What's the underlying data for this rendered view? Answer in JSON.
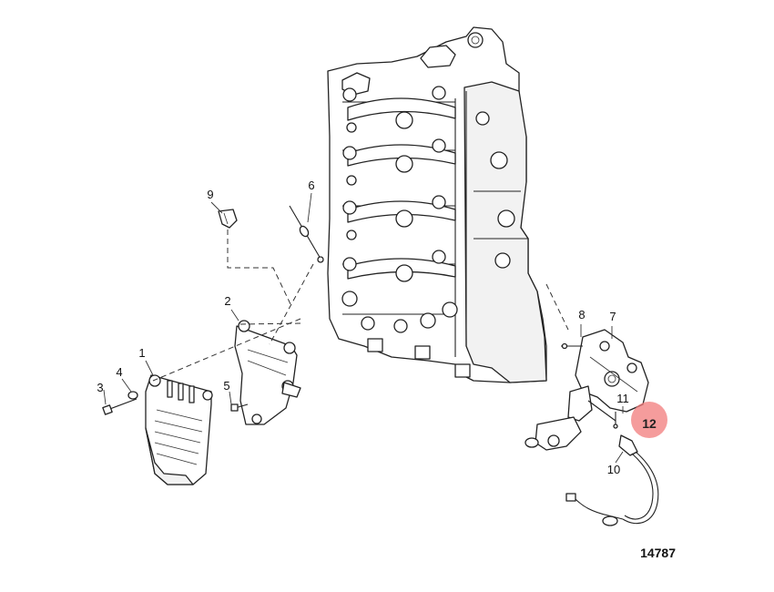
{
  "diagram": {
    "figure_number": "14787",
    "highlighted_callout": "12",
    "highlight_color": "#f27b7b",
    "callouts": [
      {
        "id": "c1",
        "label": "1"
      },
      {
        "id": "c2",
        "label": "2"
      },
      {
        "id": "c3",
        "label": "3"
      },
      {
        "id": "c4",
        "label": "4"
      },
      {
        "id": "c5",
        "label": "5"
      },
      {
        "id": "c6",
        "label": "6"
      },
      {
        "id": "c7",
        "label": "7"
      },
      {
        "id": "c8",
        "label": "8"
      },
      {
        "id": "c9",
        "label": "9"
      },
      {
        "id": "c10",
        "label": "10"
      },
      {
        "id": "c11",
        "label": "11"
      }
    ]
  }
}
